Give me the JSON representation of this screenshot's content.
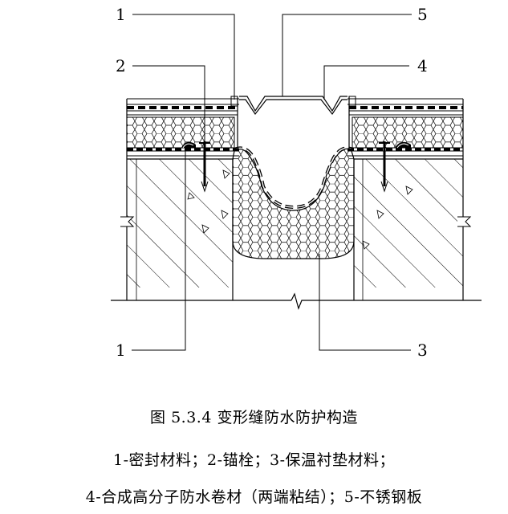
{
  "callouts": {
    "c1_top": "1",
    "c2": "2",
    "c5": "5",
    "c4": "4",
    "c1_bottom": "1",
    "c3": "3"
  },
  "caption": {
    "title": "图 5.3.4  变形缝防水防护构造",
    "line1": "1-密封材料；2-锚栓；3-保温衬垫材料；",
    "line2": "4-合成高分子防水卷材（两端粘结）；5-不锈钢板"
  }
}
